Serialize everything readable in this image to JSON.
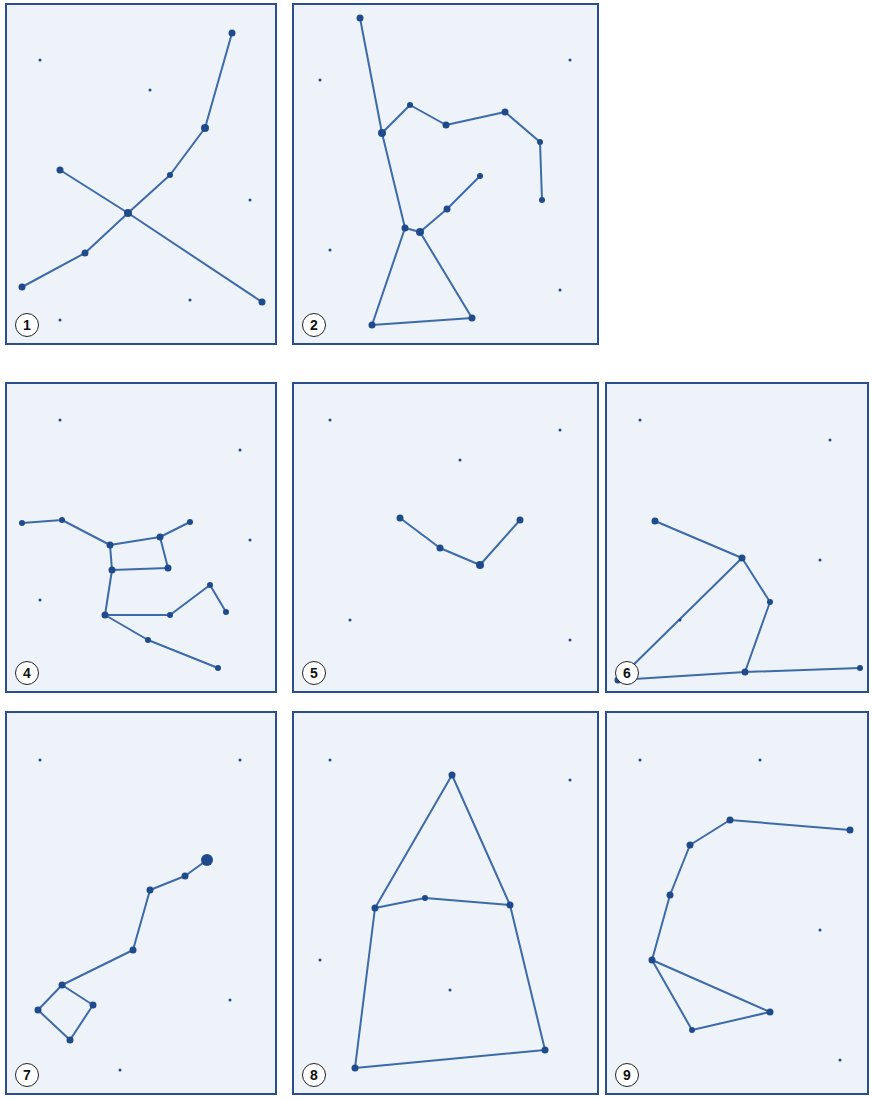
{
  "diagram": {
    "nodes": [
      {
        "text": [
          "1"
        ]
      },
      {
        "text": [
          "2"
        ]
      },
      {
        "text": [
          "4"
        ]
      },
      {
        "text": [
          "5"
        ]
      },
      {
        "text": [
          "6"
        ]
      },
      {
        "text": [
          "7"
        ]
      },
      {
        "text": [
          "8"
        ]
      },
      {
        "text": [
          "9"
        ]
      }
    ]
  }
}
